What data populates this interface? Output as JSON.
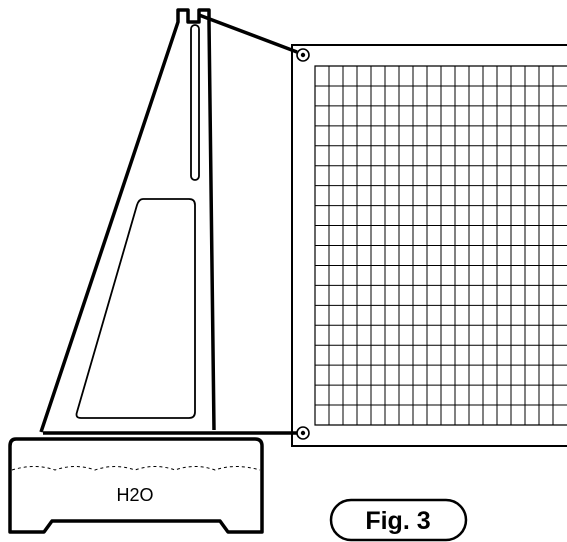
{
  "base": {
    "label": "H2O"
  },
  "figure": {
    "caption": "Fig. 3"
  },
  "net": {
    "columns": 18,
    "rows": 18
  },
  "colors": {
    "line": "#000000",
    "background": "#ffffff"
  }
}
